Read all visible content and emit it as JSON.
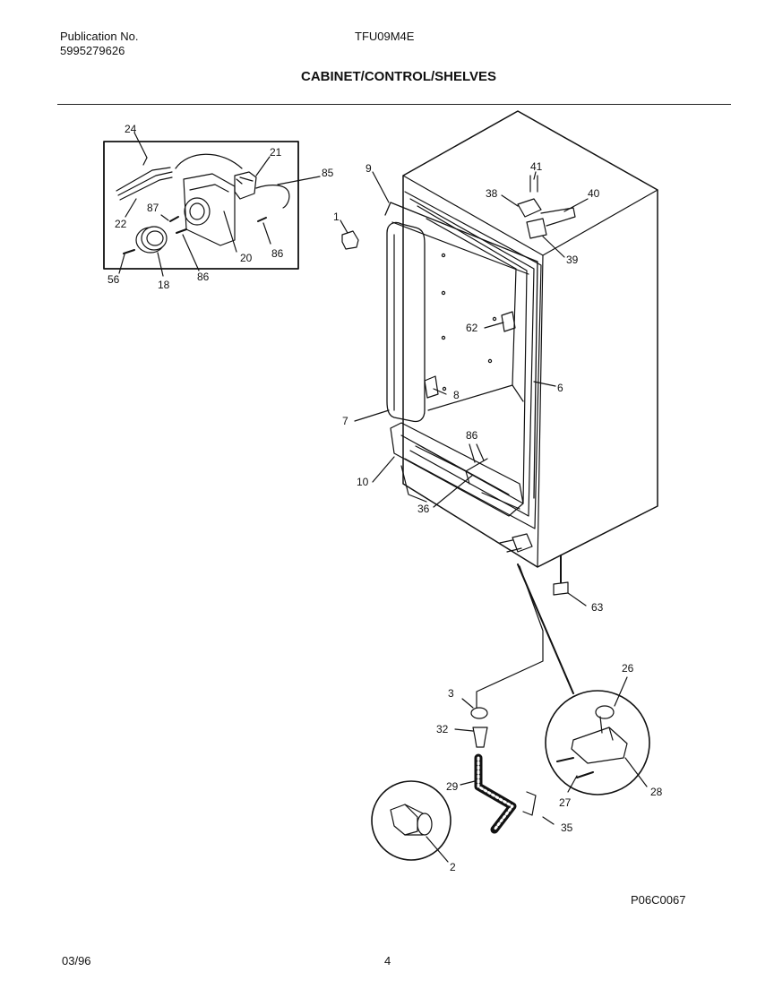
{
  "header": {
    "publication_label": "Publication No.",
    "publication_number": "5995279626",
    "model": "TFU09M4E",
    "section_title": "CABINET/CONTROL/SHELVES"
  },
  "diagram": {
    "callouts": {
      "c24": "24",
      "c21": "21",
      "c85": "85",
      "c87": "87",
      "c22": "22",
      "c20": "20",
      "c86a": "86",
      "c56": "56",
      "c18": "18",
      "c86b": "86",
      "c9": "9",
      "c1": "1",
      "c41": "41",
      "c38": "38",
      "c40": "40",
      "c39": "39",
      "c62": "62",
      "c8": "8",
      "c6": "6",
      "c7": "7",
      "c86c": "86",
      "c10": "10",
      "c36": "36",
      "c63": "63",
      "c26": "26",
      "c3": "3",
      "c32": "32",
      "c29": "29",
      "c27": "27",
      "c28": "28",
      "c35": "35",
      "c2": "2"
    },
    "figure_code": "P06C0067"
  },
  "footer": {
    "date": "03/96",
    "page": "4"
  }
}
